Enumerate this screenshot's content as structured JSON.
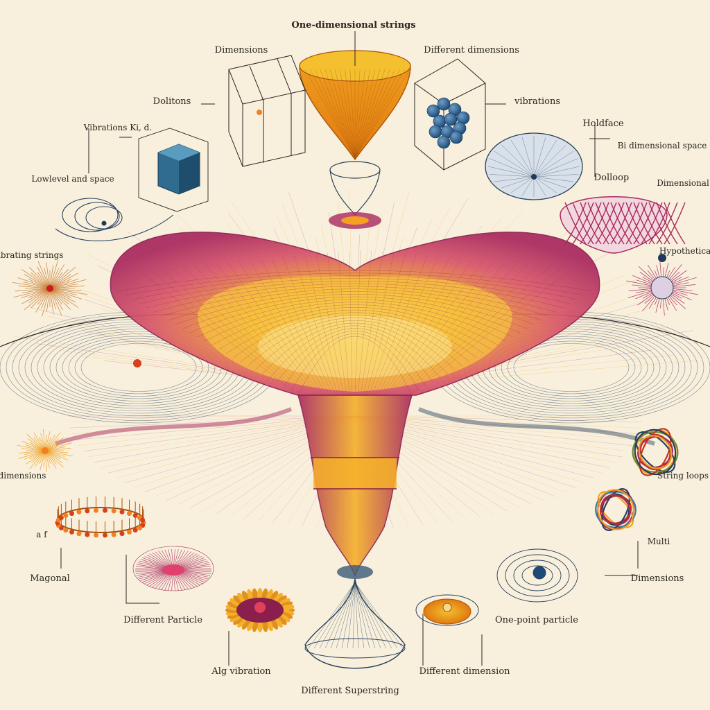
{
  "labels": {
    "top": "One-dimensional strings",
    "dimensions_left": "Dimensions",
    "dimensions_right": "Different dimensions",
    "dolitons": "Dolitons",
    "vibrations": "vibrations",
    "upper_left": "Vibrations Ki, d.",
    "holdface": "Holdface",
    "right_header": "Bi dimensional space",
    "left_edge": "Lowlevel and space",
    "dolloop": "Dolloop",
    "right_edge_top": "Dimensional",
    "mid_left": "Vibrating strings",
    "mid_right": "Hypothetical",
    "left_mid_low": "dimensions",
    "right_mid_low": "String loops",
    "small_left": "a f",
    "small_right": "Multi",
    "magonal": "Magonal",
    "dimensions_br": "Dimensions",
    "diffrent_particle": "Different Particle",
    "onepoint_particle": "One-point particle",
    "alg_vibration": "Alg vibration",
    "diff_dimension": "Different dimension",
    "bottom": "Different Superstring"
  },
  "colors": {
    "background": "#f8f0dc",
    "magenta": "#a8285e",
    "orange": "#f0a020",
    "navy": "#28405e",
    "ink": "#2a2520",
    "gold": "#f5c030"
  }
}
